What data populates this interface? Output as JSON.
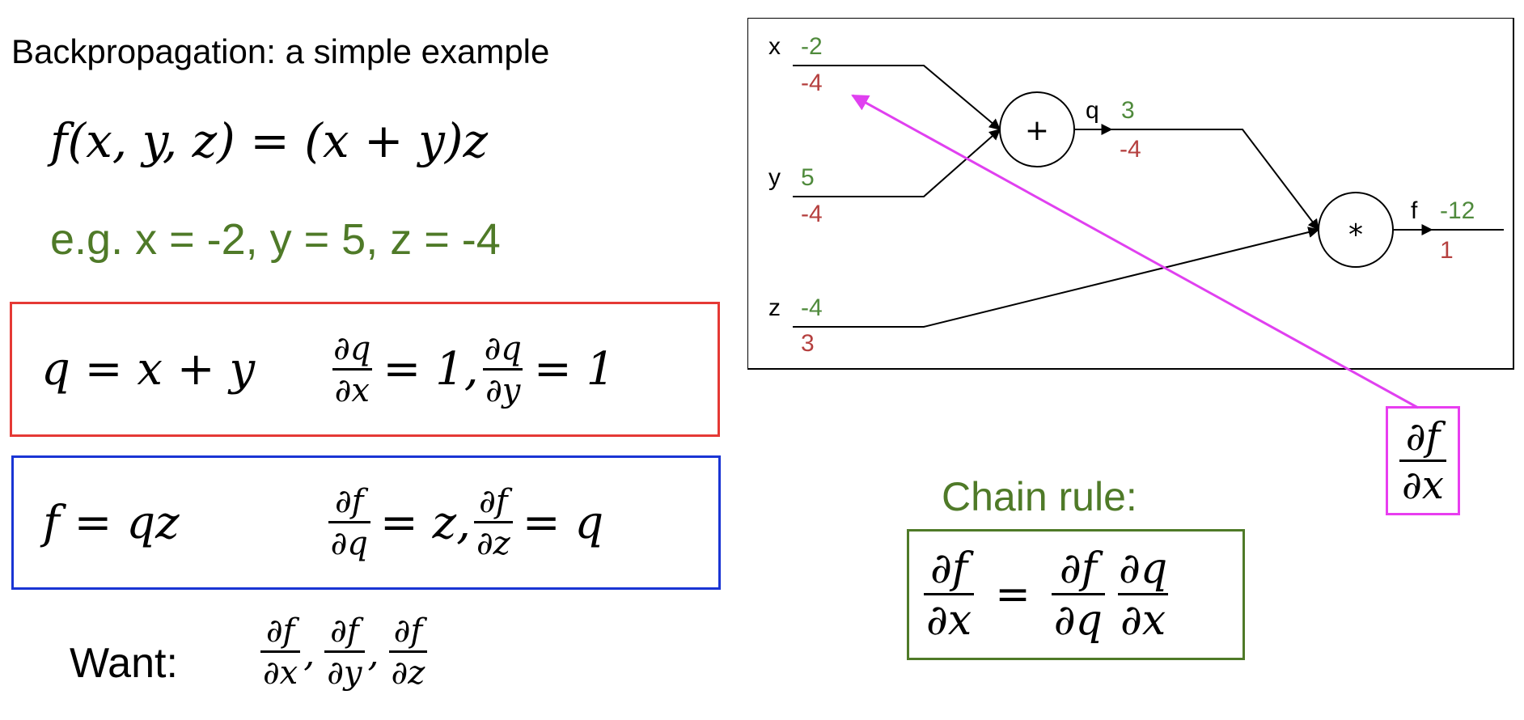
{
  "title": "Backpropagation: a simple example",
  "function": "f(x, y, z) = (x + y)z",
  "example": "e.g. x = -2, y = 5, z = -4",
  "q_box": {
    "lhs": "q = x + y",
    "d1_num": "∂q",
    "d1_den": "∂x",
    "d1_rhs": "= 1,",
    "d2_num": "∂q",
    "d2_den": "∂y",
    "d2_rhs": "= 1"
  },
  "f_box": {
    "lhs": "f = qz",
    "d1_num": "∂f",
    "d1_den": "∂q",
    "d1_rhs": "= z,",
    "d2_num": "∂f",
    "d2_den": "∂z",
    "d2_rhs": "= q"
  },
  "want": {
    "label": "Want:",
    "terms": [
      {
        "num": "∂f",
        "den": "∂x",
        "sep": ","
      },
      {
        "num": "∂f",
        "den": "∂y",
        "sep": ","
      },
      {
        "num": "∂f",
        "den": "∂z",
        "sep": ""
      }
    ]
  },
  "chain_rule": {
    "label": "Chain rule:",
    "lhs_num": "∂f",
    "lhs_den": "∂x",
    "eq": "=",
    "t1_num": "∂f",
    "t1_den": "∂q",
    "t2_num": "∂q",
    "t2_den": "∂x"
  },
  "annotation": {
    "num": "∂f",
    "den": "∂x"
  },
  "graph": {
    "colors": {
      "forward": "#4f8a3c",
      "backward": "#b5403f",
      "arrow": "#e040f0"
    },
    "inputs": [
      {
        "name": "x",
        "value": "-2",
        "grad": "-4"
      },
      {
        "name": "y",
        "value": "5",
        "grad": "-4"
      },
      {
        "name": "z",
        "value": "-4",
        "grad": "3"
      }
    ],
    "nodes": [
      {
        "op": "+",
        "out_name": "q",
        "value": "3",
        "grad": "-4"
      },
      {
        "op": "*",
        "out_name": "f",
        "value": "-12",
        "grad": "1"
      }
    ]
  }
}
